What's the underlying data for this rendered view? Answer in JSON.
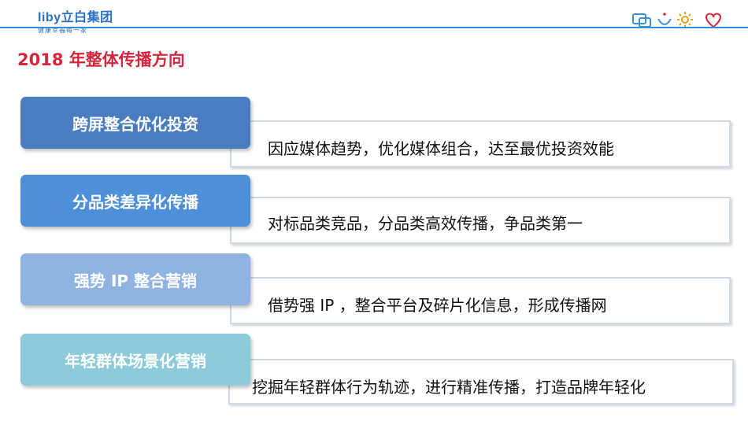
{
  "header": {
    "logo_text": "liby立白集团",
    "logo_tagline": "健康幸福每一家"
  },
  "page_title": "2018 年整体传播方向",
  "items": [
    {
      "label": "跨屏整合优化投资",
      "description": "因应媒体趋势，优化媒体组合，达至最优投资效能",
      "color": "#4a7cc0"
    },
    {
      "label": "分品类差异化传播",
      "description": "对标品类竞品，分品类高效传播，争品类第一",
      "color": "#4d8fd8"
    },
    {
      "label": "强势 IP 整合营销",
      "description": "借势强 IP ，整合平台及碎片化信息，形成传播网",
      "color": "#8fb4e2"
    },
    {
      "label": "年轻群体场景化营销",
      "description": "挖掘年轻群体行为轨迹，进行精准传播，打造品牌年轻化",
      "color": "#8dcbdc"
    }
  ],
  "accent_colors": {
    "title": "#d6263e",
    "brand": "#2a6fc6",
    "line": "#2f8fd8"
  }
}
